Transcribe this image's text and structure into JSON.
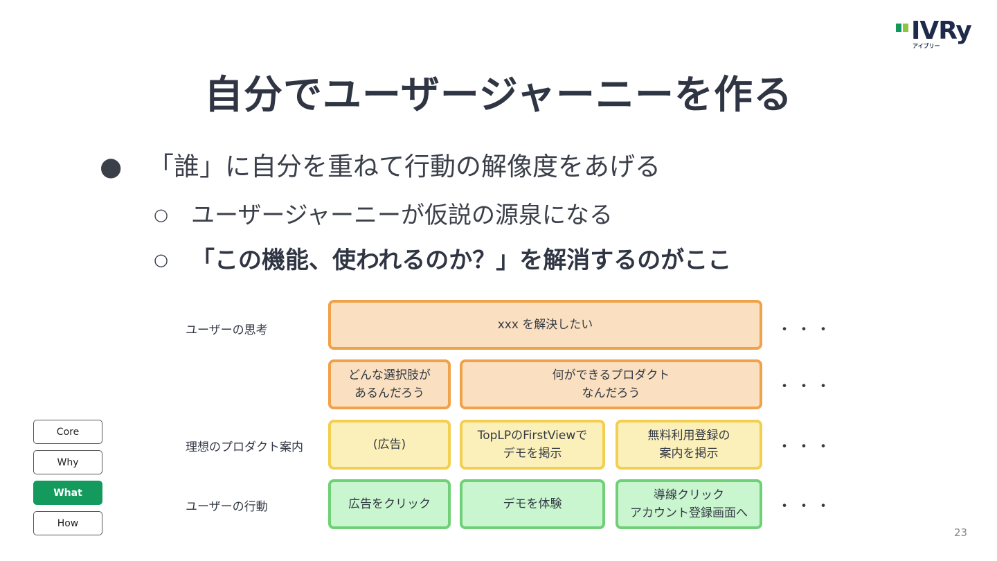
{
  "logo": {
    "word": "IVRy",
    "kana": "アイブリー"
  },
  "title": "自分でユーザージャーニーを作る",
  "bullets": [
    {
      "mark": "●",
      "text": "「誰」に自分を重ねて行動の解像度をあげる"
    },
    {
      "mark": "○",
      "text": "ユーザージャーニーが仮説の源泉になる"
    },
    {
      "mark": "○",
      "text": "「この機能、使われるのか？」を解消するのがここ"
    }
  ],
  "diagram": {
    "row_labels": {
      "thinking": "ユーザーの思考",
      "guidance": "理想のプロダクト案内",
      "action": "ユーザーの行動"
    },
    "thinking_top": "xxx を解決したい",
    "thinking_mid": [
      "どんな選択肢が\nあるんだろう",
      "何ができるプロダクト\nなんだろう"
    ],
    "guidance": [
      "(広告)",
      "TopLPのFirstViewで\nデモを掲示",
      "無料利用登録の\n案内を掲示"
    ],
    "action": [
      "広告をクリック",
      "デモを体験",
      "導線クリック\nアカウント登録画面へ"
    ],
    "ellipsis": "・・・"
  },
  "nav": [
    "Core",
    "Why",
    "What",
    "How"
  ],
  "page_number": "23",
  "colors": {
    "accent_green": "#149a5c",
    "orange_fill": "#fae0c0",
    "orange_border": "#f0a24a",
    "yellow_fill": "#fbefba",
    "yellow_border": "#f3ce4f",
    "green_fill": "#c9f5cf",
    "green_border": "#6fd077"
  }
}
